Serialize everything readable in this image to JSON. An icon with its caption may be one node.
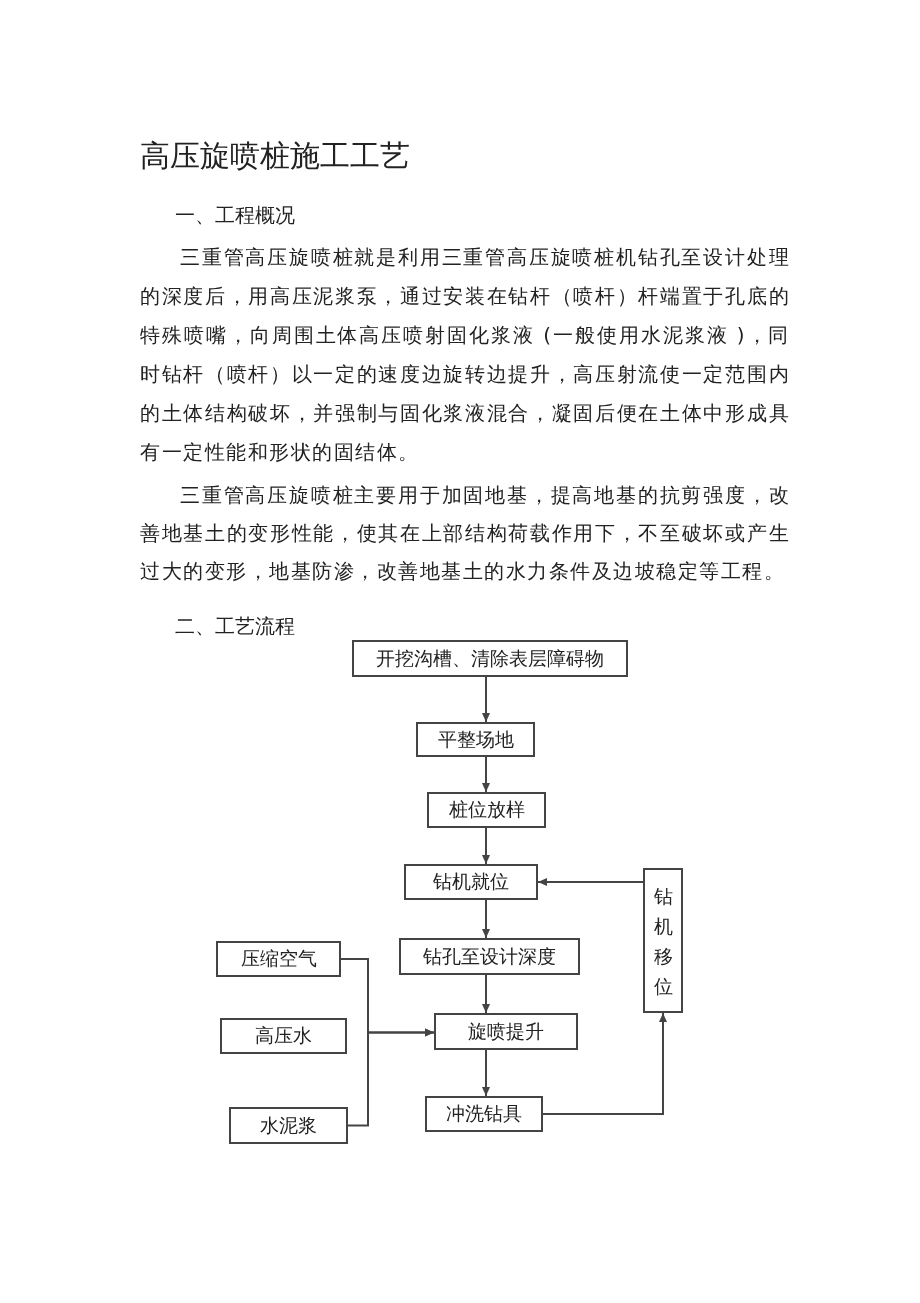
{
  "diagram": {
    "title": "高压旋喷桩施工工艺",
    "nodes": [
      {
        "text": [
          "开挖沟槽、清除表层障碍物"
        ]
      },
      {
        "text": [
          "平整场地"
        ]
      },
      {
        "text": [
          "桩位放样"
        ]
      },
      {
        "text": [
          "钻机就位"
        ]
      },
      {
        "text": [
          "钻孔至设计深度"
        ]
      },
      {
        "text": [
          "旋喷提升"
        ]
      },
      {
        "text": [
          "冲洗钻具"
        ]
      },
      {
        "text": [
          "钻机移位"
        ]
      },
      {
        "text": [
          "压缩空气"
        ]
      },
      {
        "text": [
          "高压水"
        ]
      },
      {
        "text": [
          "水泥浆"
        ]
      }
    ],
    "edges": [
      {
        "from": 0,
        "to": 1,
        "arrow": "to"
      },
      {
        "from": 1,
        "to": 2,
        "arrow": "to"
      },
      {
        "from": 2,
        "to": 3,
        "arrow": "to"
      },
      {
        "from": 3,
        "to": 4,
        "arrow": "to"
      },
      {
        "from": 4,
        "to": 5,
        "arrow": "to"
      },
      {
        "from": 5,
        "to": 6,
        "arrow": "to"
      },
      {
        "from": 6,
        "to": 7,
        "arrow": "to"
      },
      {
        "from": 7,
        "to": 3,
        "arrow": "to"
      },
      {
        "from": 8,
        "to": 5,
        "arrow": "to"
      },
      {
        "from": 10,
        "to": 5,
        "arrow": "to"
      }
    ],
    "labels": [
      "一、工程概况",
      "三重管高压旋喷桩就是利用三重管高压旋喷桩机钻孔至设计处理的深度后，用高压泥浆泵，通过安装在钻杆（喷杆）杆端置于孔底的特殊喷嘴，向周围土体高压喷射固化浆液 (一般使用水泥浆液 )，同时钻杆（喷杆）以一定的速度边旋转边提升，高压射流使一定范围内的土体结构破坏，并强制与固化浆液混合，凝固后便在土体中形成具有一定性能和形状的固结体。",
      "三重管高压旋喷桩主要用于加固地基，提高地基的抗剪强度，改善地基土的变形性能，使其在上部结构荷载作用下，不至破坏或产生过大的变形，地基防渗，改善地基土的水力条件及边坡稳定等工程。",
      "二、工艺流程"
    ]
  }
}
